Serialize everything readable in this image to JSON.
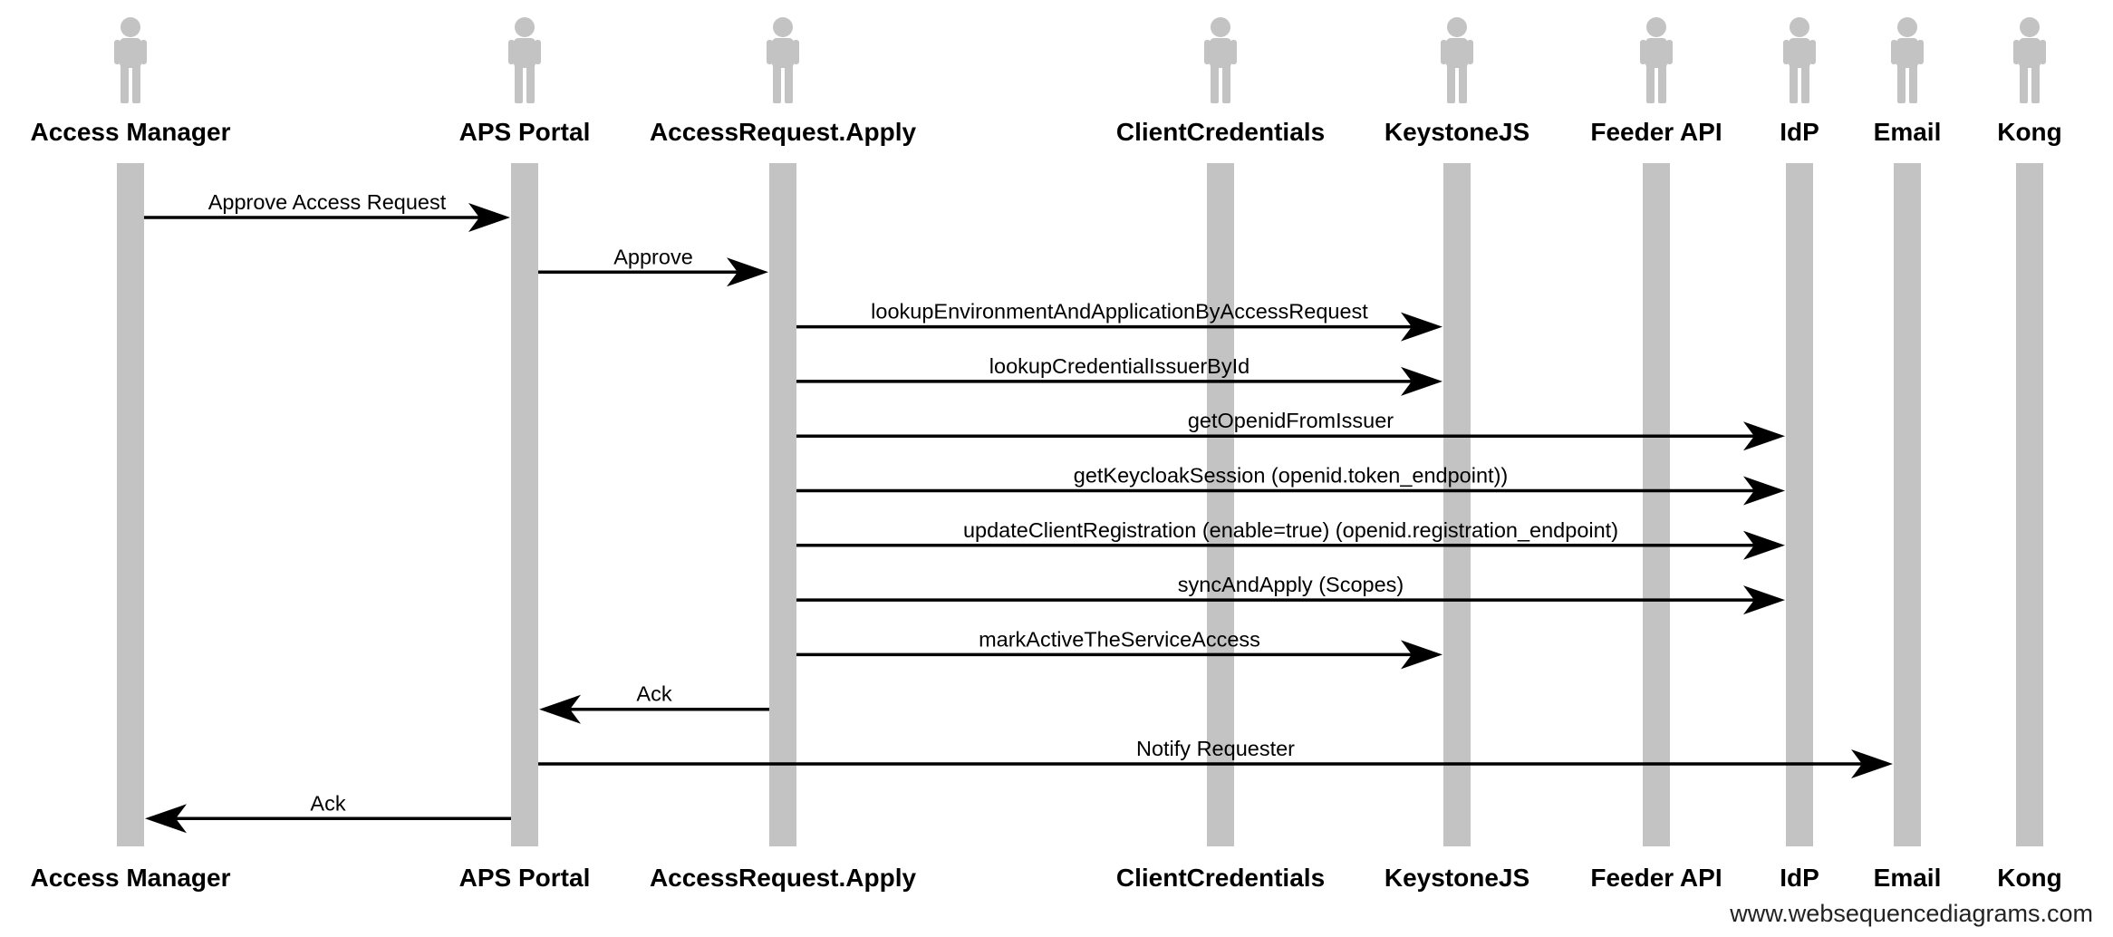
{
  "participants": [
    {
      "id": "am",
      "name": "Access Manager"
    },
    {
      "id": "aps",
      "name": "APS Portal"
    },
    {
      "id": "ara",
      "name": "AccessRequest.Apply"
    },
    {
      "id": "cc",
      "name": "ClientCredentials"
    },
    {
      "id": "ks",
      "name": "KeystoneJS"
    },
    {
      "id": "fa",
      "name": "Feeder API"
    },
    {
      "id": "idp",
      "name": "IdP"
    },
    {
      "id": "em",
      "name": "Email"
    },
    {
      "id": "kg",
      "name": "Kong"
    }
  ],
  "messages": [
    {
      "from": "am",
      "to": "aps",
      "label": "Approve Access Request"
    },
    {
      "from": "aps",
      "to": "ara",
      "label": "Approve"
    },
    {
      "from": "ara",
      "to": "ks",
      "label": "lookupEnvironmentAndApplicationByAccessRequest"
    },
    {
      "from": "ara",
      "to": "ks",
      "label": "lookupCredentialIssuerById"
    },
    {
      "from": "ara",
      "to": "idp",
      "label": "getOpenidFromIssuer"
    },
    {
      "from": "ara",
      "to": "idp",
      "label": "getKeycloakSession (openid.token_endpoint))"
    },
    {
      "from": "ara",
      "to": "idp",
      "label": "updateClientRegistration (enable=true) (openid.registration_endpoint)"
    },
    {
      "from": "ara",
      "to": "idp",
      "label": "syncAndApply (Scopes)"
    },
    {
      "from": "ara",
      "to": "ks",
      "label": "markActiveTheServiceAccess"
    },
    {
      "from": "ara",
      "to": "aps",
      "label": "Ack"
    },
    {
      "from": "aps",
      "to": "em",
      "label": "Notify Requester"
    },
    {
      "from": "aps",
      "to": "am",
      "label": "Ack"
    }
  ],
  "watermark": "www.websequencediagrams.com",
  "colors": {
    "lifeline": "#c3c3c3",
    "actor": "#c3c3c3",
    "arrow": "#000000",
    "text": "#000000",
    "background": "#ffffff"
  },
  "icons": {
    "participant": "person-icon"
  }
}
